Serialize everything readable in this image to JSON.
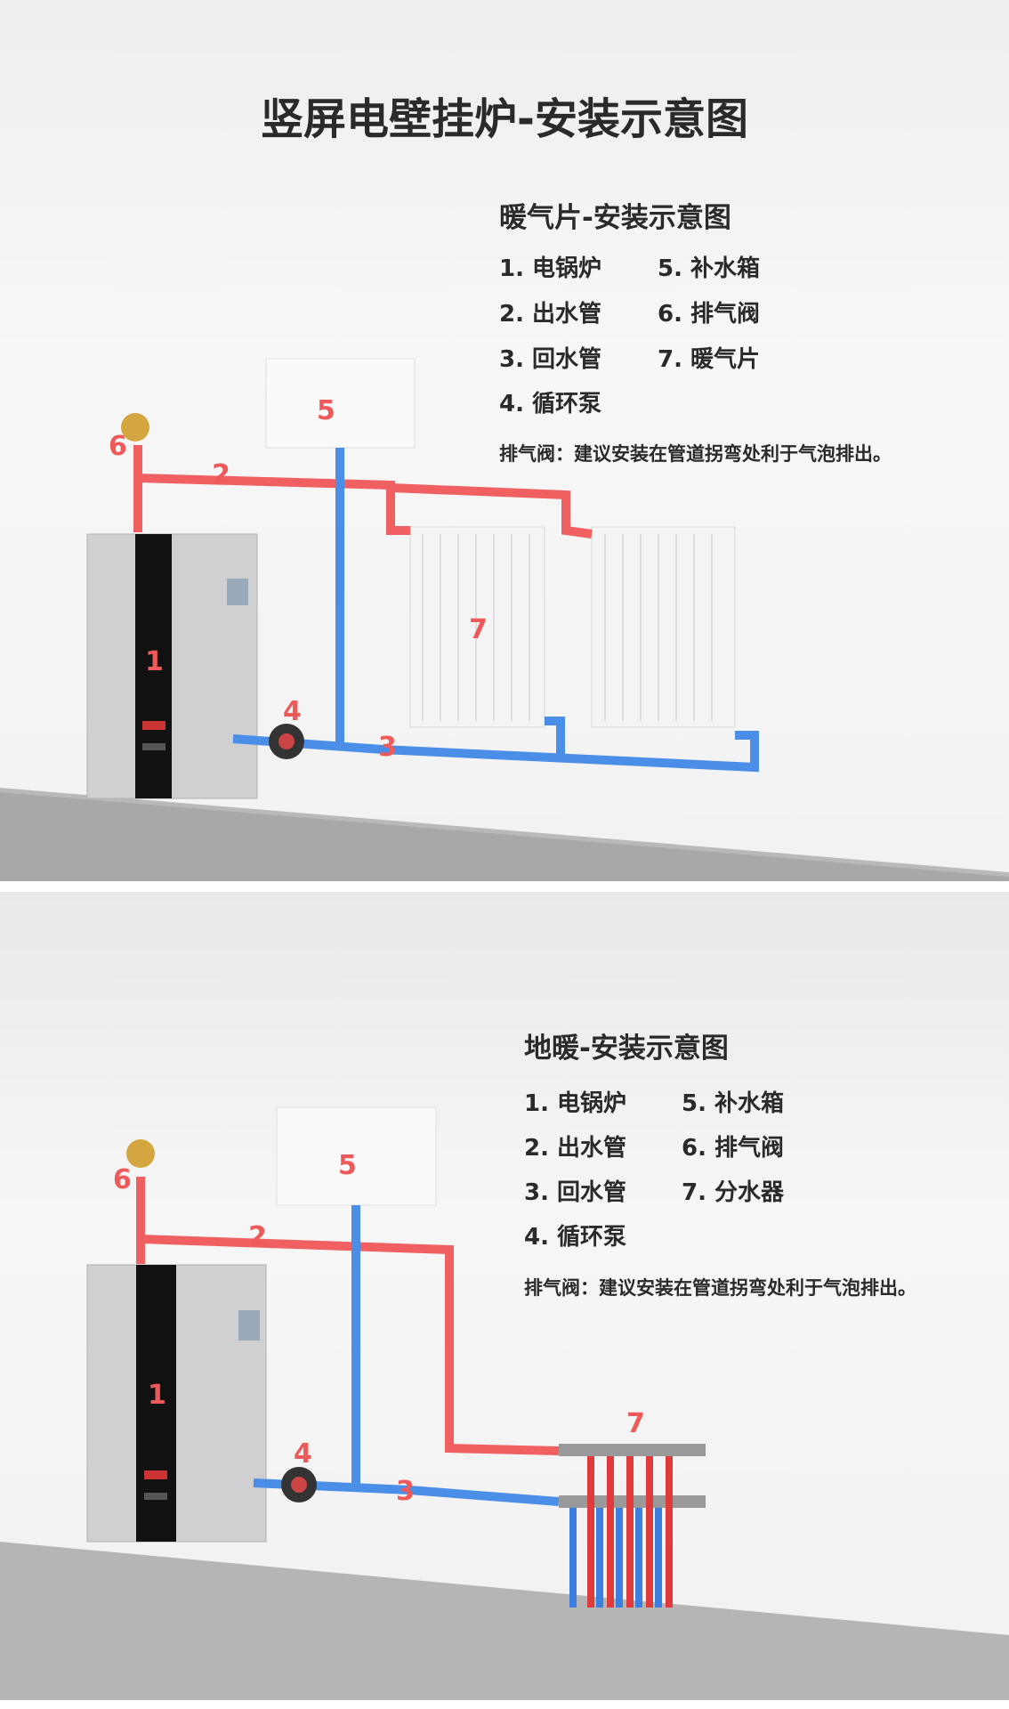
{
  "title": "竖屏电壁挂炉-安装示意图",
  "radiator": {
    "heading": "暖气片-安装示意图",
    "items": [
      "1. 电锅炉",
      "2. 出水管",
      "3. 回水管",
      "4. 循环泵",
      "5. 补水箱",
      "6. 排气阀",
      "7. 暖气片"
    ],
    "note": "排气阀：建议安装在管道拐弯处利于气泡排出。"
  },
  "floor": {
    "heading": "地暖-安装示意图",
    "items": [
      "1. 电锅炉",
      "2. 出水管",
      "3. 回水管",
      "4. 循环泵",
      "5. 补水箱",
      "6. 排气阀",
      "7. 分水器"
    ],
    "note": "排气阀：建议安装在管道拐弯处利于气泡排出。"
  },
  "labels": [
    "1",
    "2",
    "3",
    "4",
    "5",
    "6",
    "7"
  ],
  "colors": {
    "hot_pipe": "#f06060",
    "cold_pipe": "#4a8ee8",
    "label": "#ee5a5a"
  }
}
